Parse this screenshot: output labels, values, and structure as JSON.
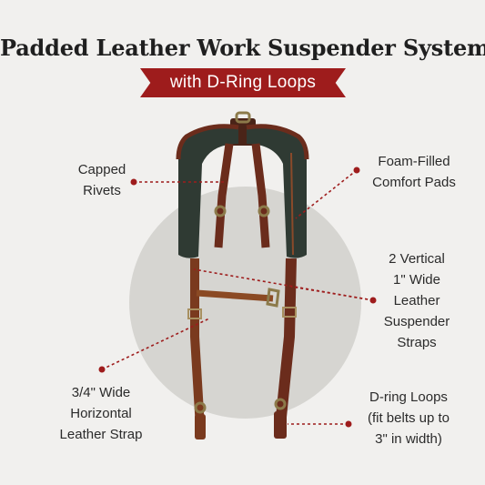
{
  "title": "Padded Leather Work Suspender System",
  "subtitle": "with D-Ring Loops",
  "colors": {
    "background": "#f1f0ee",
    "accent": "#9e1c1c",
    "circle": "#d6d5d1",
    "leather": "#6b2c1c",
    "pad": "#2f3a33"
  },
  "callouts": {
    "capped_rivets": [
      "Capped",
      "Rivets"
    ],
    "foam_pads": [
      "Foam-Filled",
      "Comfort Pads"
    ],
    "vertical_straps": [
      "2 Vertical",
      "1\" Wide",
      "Leather",
      "Suspender",
      "Straps"
    ],
    "horizontal_strap": [
      "3/4\" Wide",
      "Horizontal",
      "Leather Strap"
    ],
    "d_ring_loops": [
      "D-ring Loops",
      "(fit belts up to",
      "3\" in width)"
    ]
  }
}
